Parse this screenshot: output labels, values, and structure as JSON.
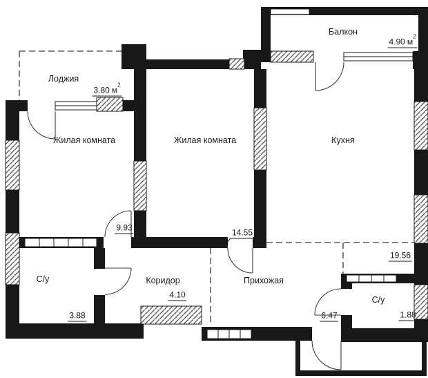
{
  "rooms": {
    "balcony": {
      "name": "Балкон",
      "area": "4.90",
      "unit_base": "м",
      "unit_exp": "2"
    },
    "loggia": {
      "name": "Лоджия",
      "area": "3.80",
      "unit_base": "м",
      "unit_exp": "2"
    },
    "living1": {
      "name": "Жилая комната",
      "area": "9.93"
    },
    "living2": {
      "name": "Жилая комната",
      "area": "14.55"
    },
    "kitchen": {
      "name": "Кухня",
      "area": "19.56"
    },
    "bath1": {
      "name": "С/у",
      "area": "3.88"
    },
    "corridor": {
      "name": "Коридор",
      "area": "4.10"
    },
    "hall": {
      "name": "Прихожая",
      "area": "6.47"
    },
    "bath2": {
      "name": "С/у",
      "area": "1.88"
    }
  },
  "colors": {
    "wall": "#181818",
    "hatch_line": "#606060",
    "background": "#ffffff",
    "text": "#1c1c1c"
  }
}
